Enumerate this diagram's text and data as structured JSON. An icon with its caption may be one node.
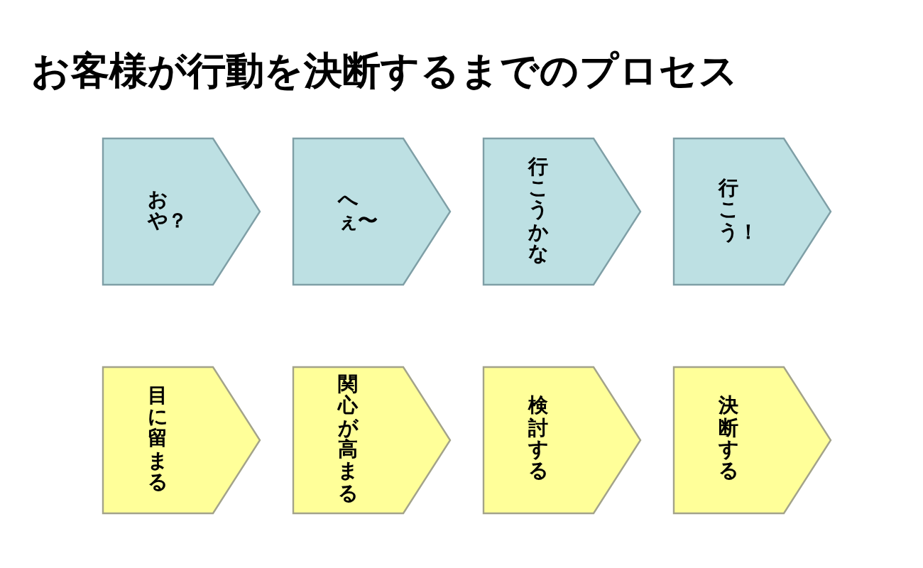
{
  "diagram": {
    "title": "お客様が行動を決断するまでのプロセス",
    "nodes": [
      {
        "text": [
          "おや？"
        ]
      },
      {
        "text": [
          "へぇ〜"
        ]
      },
      {
        "text": [
          "行こうかな"
        ]
      },
      {
        "text": [
          "行こう！"
        ]
      },
      {
        "text": [
          "目に留まる"
        ]
      },
      {
        "text": [
          "関心が高まる"
        ]
      },
      {
        "text": [
          "検討する"
        ]
      },
      {
        "text": [
          "決断する"
        ]
      }
    ]
  }
}
